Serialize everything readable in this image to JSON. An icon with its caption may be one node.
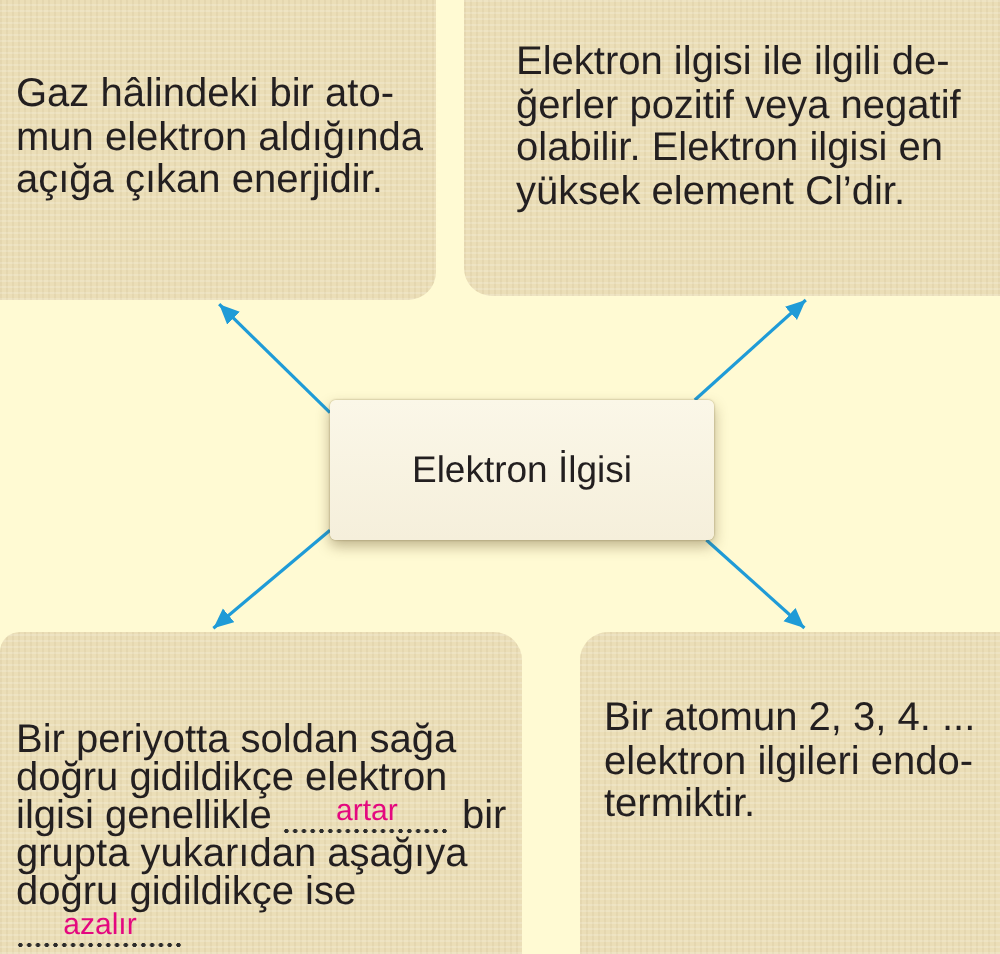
{
  "diagram": {
    "nodes": [
      {
        "text": [
          "Gaz hâlindeki bir ato- mun elektron aldığında açığa çıkan enerjidir."
        ]
      },
      {
        "text": [
          "Elektron ilgisi ile ilgili de- ğerler pozitif veya negatif olabilir. Elektron ilgisi en yüksek element Cl’dir."
        ]
      },
      {
        "text": [
          "Elektron İlgisi"
        ]
      },
      {
        "text": [
          "Bir periyotta soldan sağa doğru gidildikçe elektron ilgisi genellikle",
          "artar",
          "bir grupta yukarıdan aşağıya doğru gidildikçe ise",
          "azalır"
        ]
      },
      {
        "text": [
          "Bir atomun 2, 3, 4. ... elektron ilgileri endo- termiktir."
        ]
      }
    ],
    "edges": [
      {
        "from": 2,
        "to": 0,
        "arrow": "to"
      },
      {
        "from": 2,
        "to": 1,
        "arrow": "to"
      },
      {
        "from": 2,
        "to": 3,
        "arrow": "to"
      },
      {
        "from": 2,
        "to": 4,
        "arrow": "to"
      }
    ]
  }
}
